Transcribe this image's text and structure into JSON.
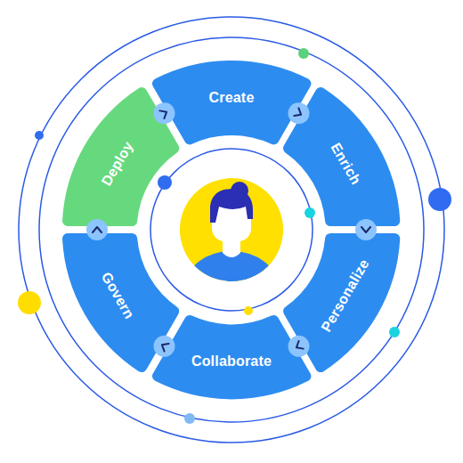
{
  "diagram": {
    "nodes": [
      {
        "text": [
          "Create"
        ]
      },
      {
        "text": [
          "Enrich"
        ]
      },
      {
        "text": [
          "Personalize"
        ]
      },
      {
        "text": [
          "Collaborate"
        ]
      },
      {
        "text": [
          "Govern"
        ]
      },
      {
        "text": [
          "Deploy"
        ]
      }
    ]
  }
}
